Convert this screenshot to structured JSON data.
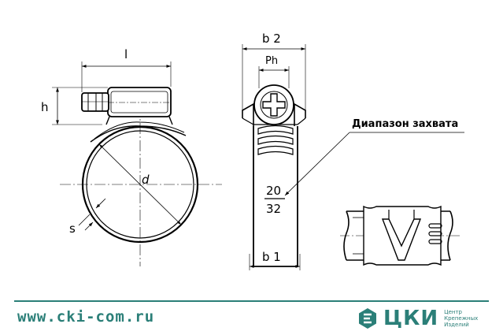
{
  "drawing": {
    "labels": {
      "length": "l",
      "height": "h",
      "diameter": "d",
      "thickness": "s",
      "width_total": "b 2",
      "pitch": "Ph",
      "width_band": "b 1",
      "range_title": "Диапазон захвата",
      "range_min": "20",
      "range_max": "32"
    }
  },
  "footer": {
    "website": "www.cki-com.ru",
    "brand_name": "ЦКИ",
    "tagline": [
      "Центр",
      "Крепежных",
      "Изделий"
    ],
    "accent_color": "#2b7f78"
  }
}
